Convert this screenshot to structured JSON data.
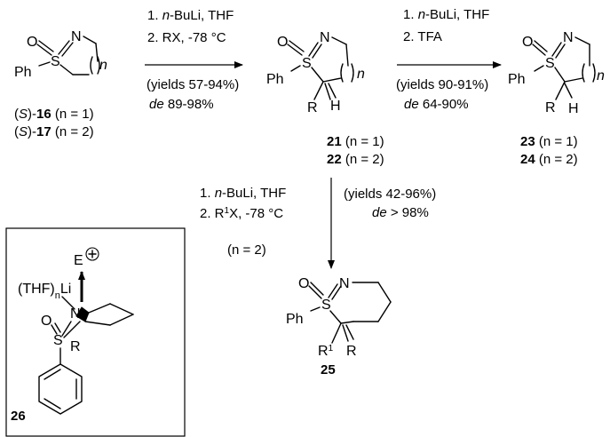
{
  "compounds": {
    "c16": {
      "prefix": "(",
      "stereo": "S",
      "mid": ")-",
      "num": "16",
      "cond": " (n = 1)"
    },
    "c17": {
      "prefix": "(",
      "stereo": "S",
      "mid": ")-",
      "num": "17",
      "cond": " (n = 2)"
    },
    "c21": {
      "num": "21",
      "cond": " (n = 1)"
    },
    "c22": {
      "num": "22",
      "cond": " (n = 2)"
    },
    "c23": {
      "num": "23",
      "cond": " (n = 1)"
    },
    "c24": {
      "num": "24",
      "cond": " (n = 2)"
    },
    "c25": {
      "num": "25"
    },
    "c26": {
      "num": "26"
    }
  },
  "atoms": {
    "O": "O",
    "N": "N",
    "S": "S",
    "Ph": "Ph",
    "n": "n",
    "R": "R",
    "H": "H",
    "R1": "R",
    "sup1": "1",
    "E": "E",
    "Li": "(THF)",
    "Li_n": "n",
    "Li_rest": "Li"
  },
  "step1": {
    "l1_num": "1. ",
    "l1_it": "n",
    "l1_rest": "-BuLi, THF",
    "l2": "2. RX, -78 °C",
    "yields": "(yields 57-94%)",
    "de_it": "de",
    "de_rest": " 89-98%"
  },
  "step2": {
    "l1_num": "1. ",
    "l1_it": "n",
    "l1_rest": "-BuLi, THF",
    "l2": "2. TFA",
    "yields": "(yields 90-91%)",
    "de_it": "de",
    "de_rest": " 64-90%"
  },
  "step3": {
    "l1_num": "1. ",
    "l1_it": "n",
    "l1_rest": "-BuLi, THF",
    "l2_pre": "2. R",
    "l2_sup": "1",
    "l2_post": "X, -78 °C",
    "cond": "(n = 2)",
    "yields": "(yields 42-96%)",
    "de_it": "de",
    "de_rest": " > 98%"
  }
}
